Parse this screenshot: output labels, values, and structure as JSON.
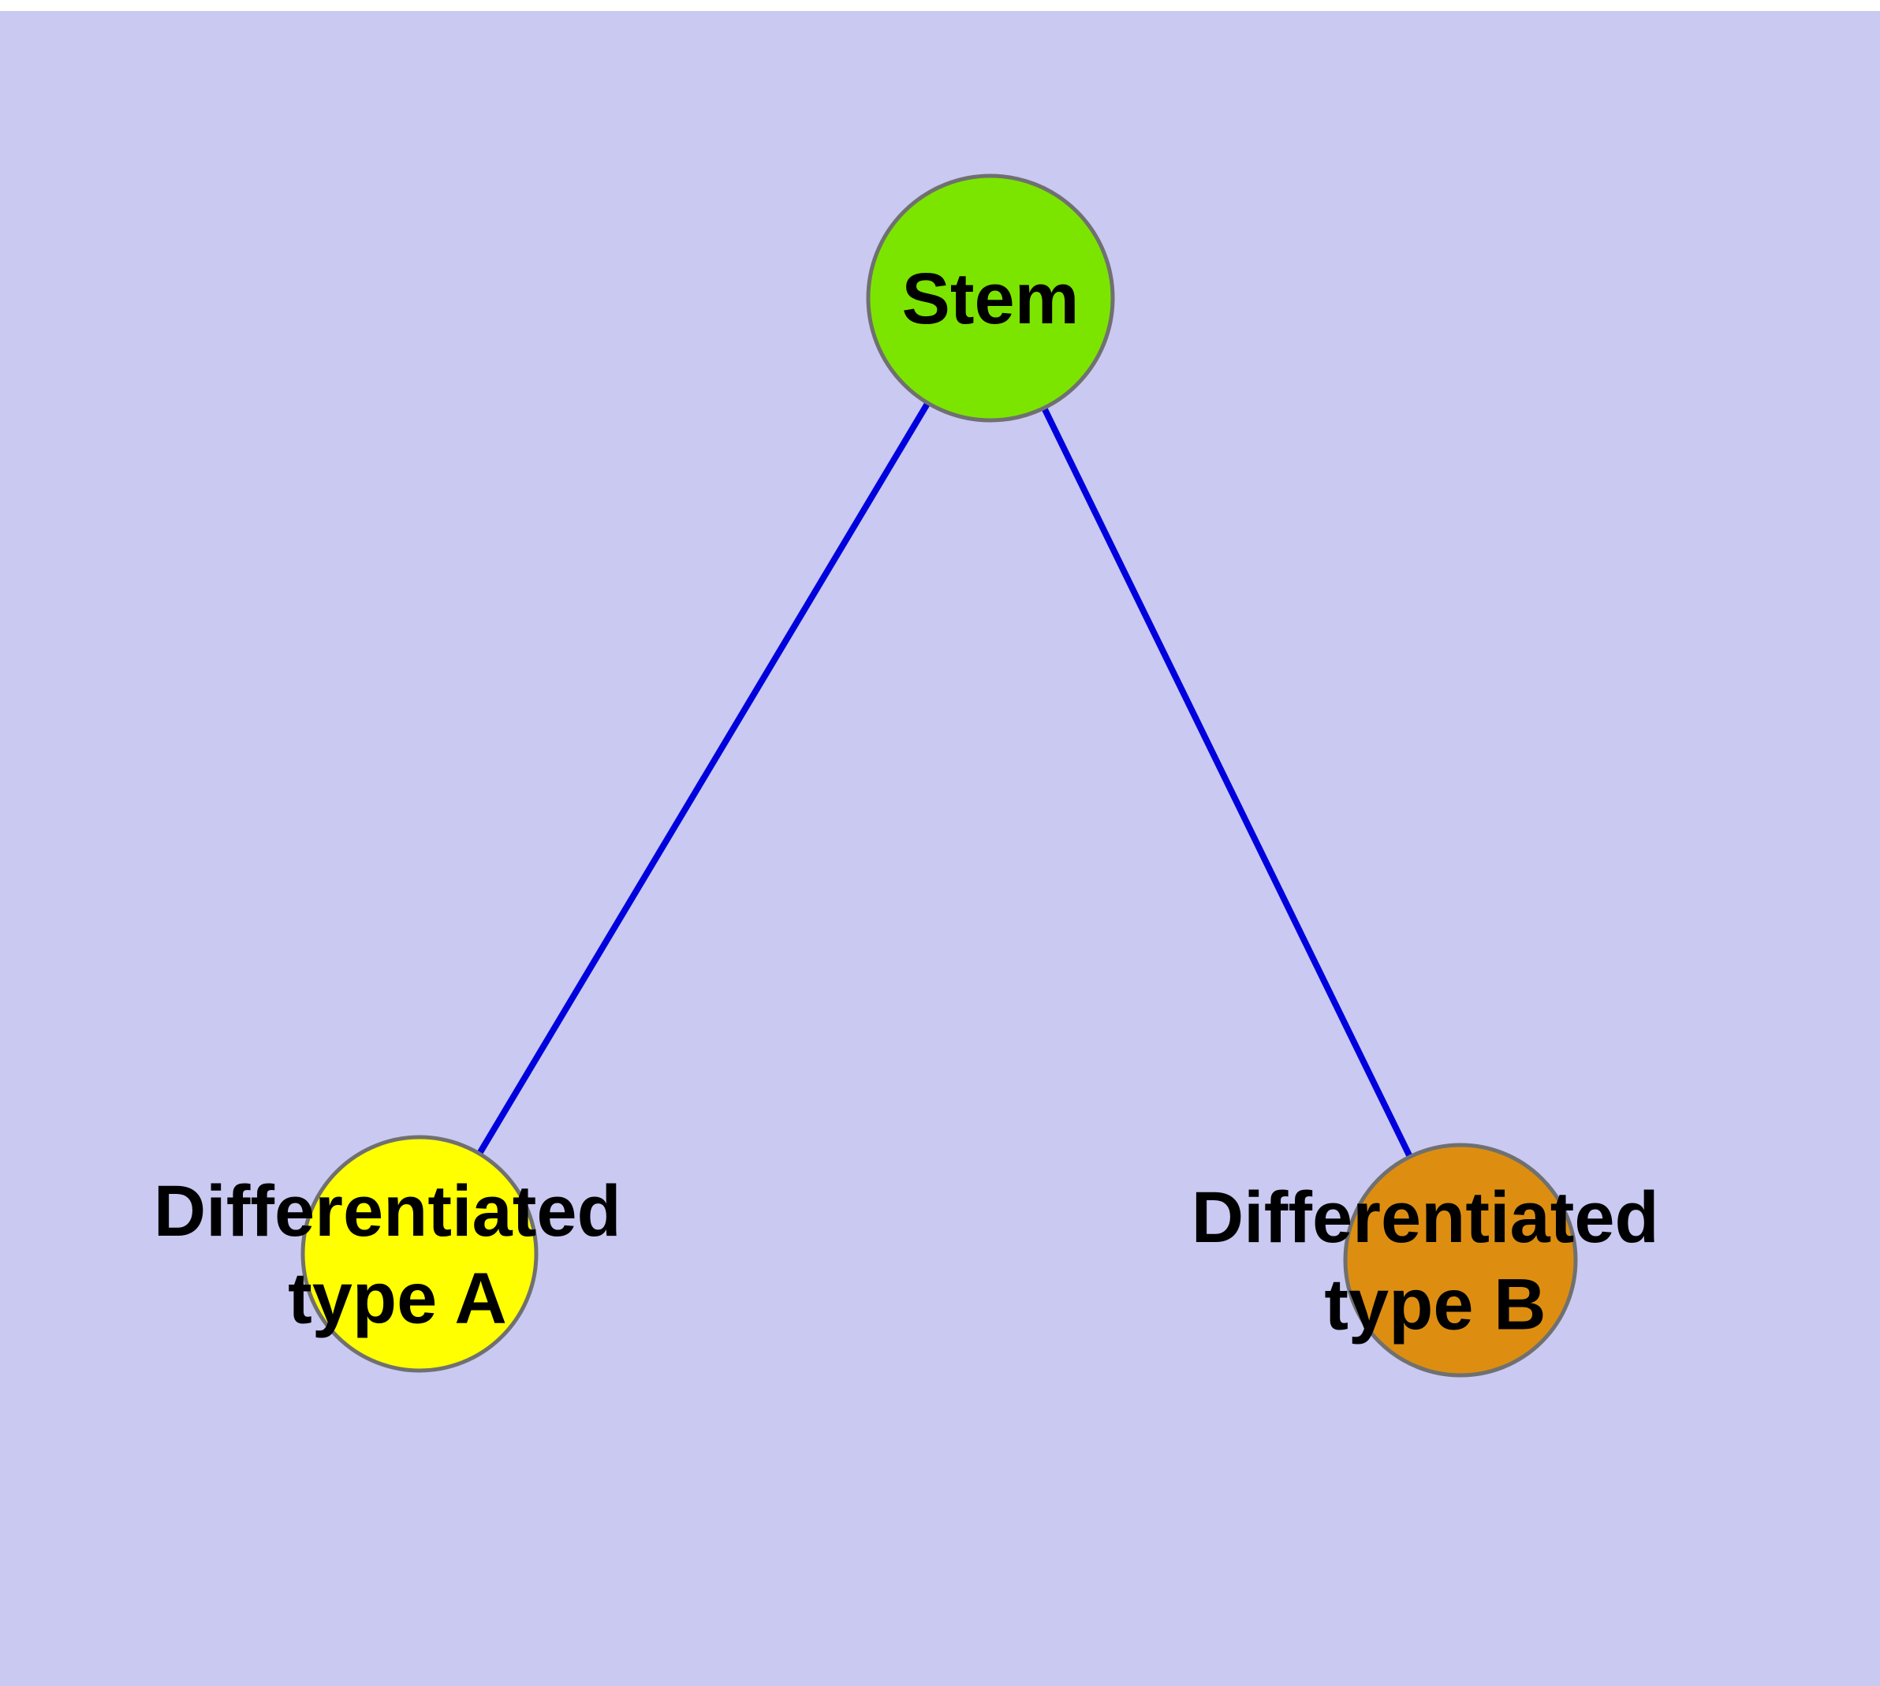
{
  "diagram": {
    "background_color": "#c9c9f2",
    "top_margin_color": "#ffffff",
    "edge_color": "#0000dd",
    "node_border_color": "#707070",
    "nodes": {
      "stem": {
        "label": "Stem",
        "fill": "#7ce500"
      },
      "type_a": {
        "label": "Differentiated type A",
        "label_line1": "Differentiated",
        "label_line2": "type A",
        "fill": "#ffff00"
      },
      "type_b": {
        "label": "Differentiated type B",
        "label_line1": "Differentiated",
        "label_line2": "type B",
        "fill": "#dd8e11"
      }
    },
    "edges": [
      {
        "from": "Stem",
        "to": "Differentiated type A"
      },
      {
        "from": "Stem",
        "to": "Differentiated type B"
      }
    ]
  }
}
